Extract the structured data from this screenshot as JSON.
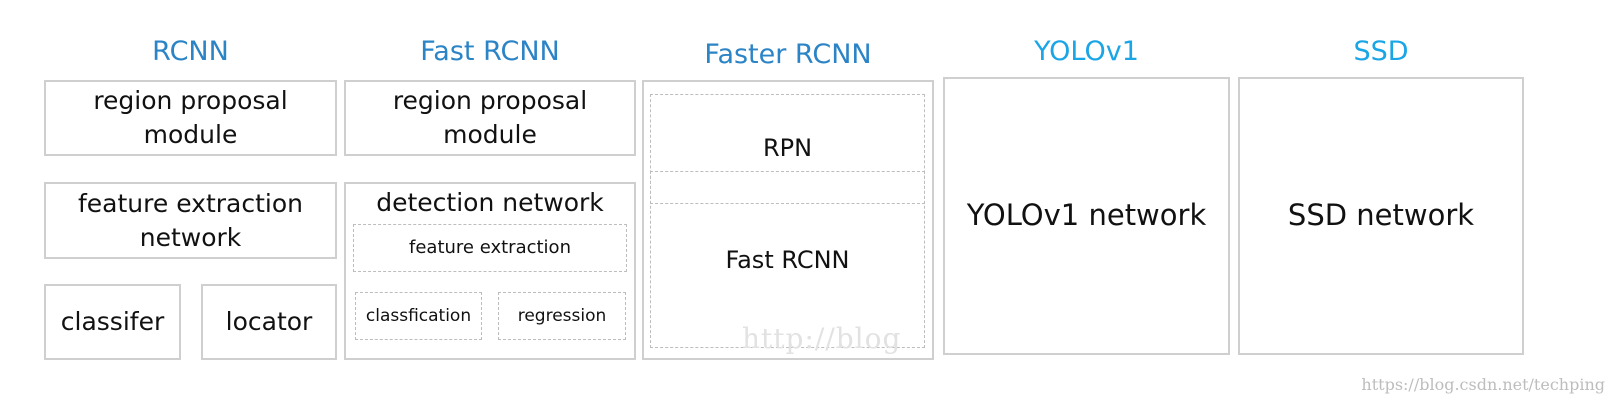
{
  "colors": {
    "title_dark": "#2b84c6",
    "title_light": "#1aa5e6",
    "border": "#cfcfcf",
    "dashed": "#bdbdbd"
  },
  "rcnn": {
    "title": "RCNN",
    "region": "region proposal module",
    "feature": "feature extraction network",
    "classifier": "classifer",
    "locator": "locator"
  },
  "fast_rcnn": {
    "title": "Fast RCNN",
    "region": "region proposal module",
    "detection": "detection network",
    "feature": "feature extraction",
    "classification": "classfication",
    "regression": "regression"
  },
  "faster_rcnn": {
    "title": "Faster RCNN",
    "rpn": "RPN",
    "fast": "Fast RCNN"
  },
  "yolo": {
    "title": "YOLOv1",
    "network": "YOLOv1 network"
  },
  "ssd": {
    "title": "SSD",
    "network": "SSD network"
  },
  "watermark_inner": "http://blog",
  "watermark": "https://blog.csdn.net/techping"
}
